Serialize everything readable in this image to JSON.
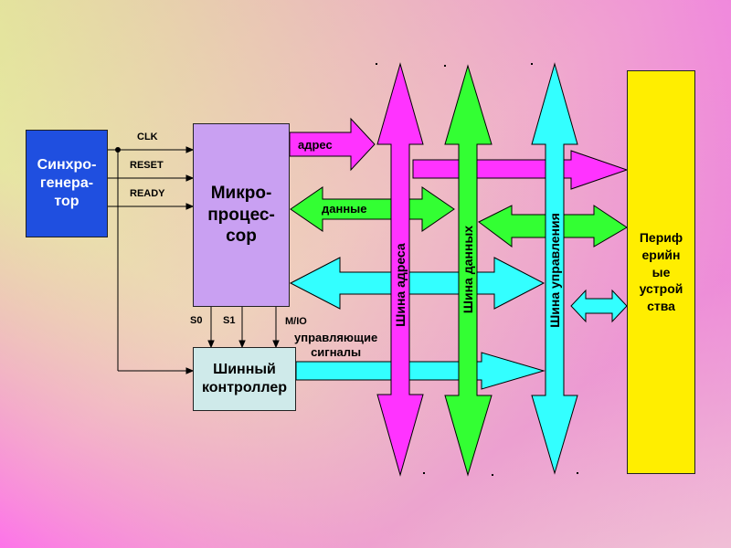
{
  "blocks": {
    "sync_generator": "Синхро-\nгенера-\nтор",
    "microprocessor": "Микро-\nпроцес-\nсор",
    "bus_controller": "Шинный\nконтроллер",
    "peripherals": "Периф\nерийн\nые\nустрой\nства"
  },
  "signals": {
    "clk": "CLK",
    "reset": "RESET",
    "ready": "READY",
    "s0": "S0",
    "s1": "S1",
    "mio": "M/IO",
    "control_signals": "управляющие\nсигналы"
  },
  "arrows": {
    "address": "адрес",
    "data": "данные"
  },
  "buses": {
    "address_bus": "Шина адреса",
    "data_bus": "Шина данных",
    "control_bus": "Шина управления"
  },
  "colors": {
    "magenta": "#ff33ff",
    "green": "#33ff33",
    "cyan": "#33ffff",
    "yellow": "#ffee00",
    "blue": "#1f4fe0",
    "violet": "#c9a0f2"
  }
}
